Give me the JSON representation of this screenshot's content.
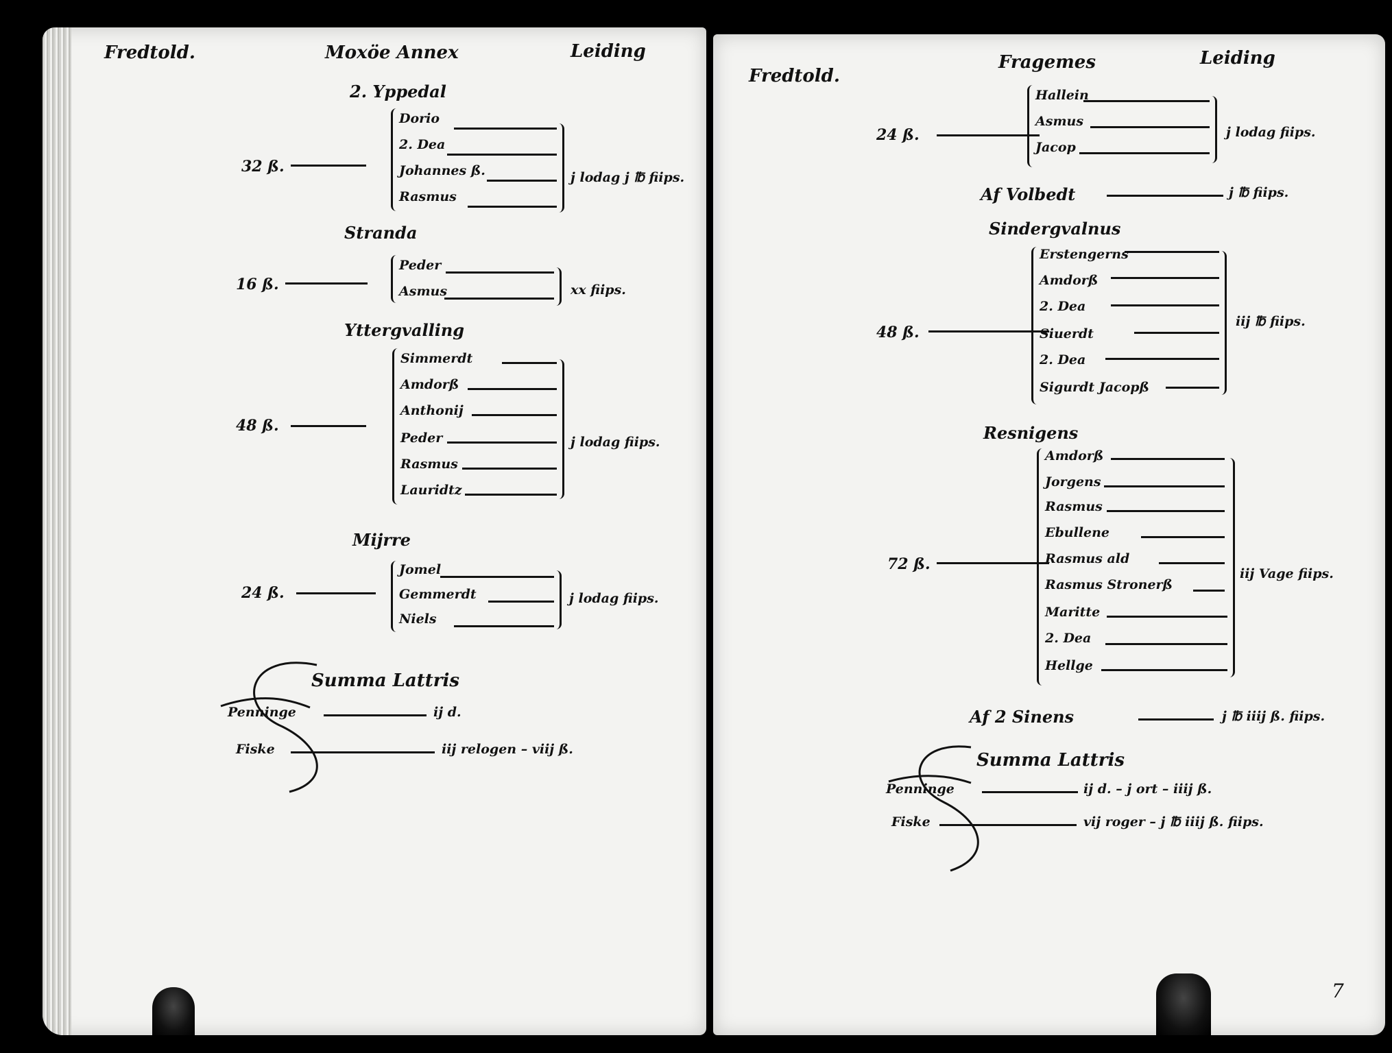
{
  "left_page": {
    "header_left": "Fredtold.",
    "header_center": "Moxöe Annex",
    "header_right": "Leiding",
    "groups": [
      {
        "place": "2. Yppedal",
        "amount": "32 ß.",
        "names": [
          "Dorio",
          "2. Dea",
          "Johannes ß.",
          "Rasmus"
        ],
        "result": "j lodag j ℔ fiips."
      },
      {
        "place": "Stranda",
        "amount": "16 ß.",
        "names": [
          "Peder",
          "Asmus"
        ],
        "result": "xx fiips."
      },
      {
        "place": "Yttergvalling",
        "amount": "48 ß.",
        "names": [
          "Simmerdt",
          "Amdorß",
          "Anthonij",
          "Peder",
          "Rasmus",
          "Lauridtz"
        ],
        "result": "j lodag fiips."
      },
      {
        "place": "Mijrre",
        "amount": "24 ß.",
        "names": [
          "Jomel",
          "Gemmerdt",
          "Niels"
        ],
        "result": "j lodag fiips."
      }
    ],
    "summa": {
      "title": "Summa Lattris",
      "rows": [
        {
          "label": "Penninge",
          "value": "ij d."
        },
        {
          "label": "Fiske",
          "value": "iij relogen – viij ß."
        }
      ]
    }
  },
  "right_page": {
    "header_left": "Fredtold.",
    "header_center": "Fragemes",
    "header_right": "Leiding",
    "groups": [
      {
        "place": "",
        "amount": "24 ß.",
        "names": [
          "Hallein",
          "Asmus",
          "Jacop"
        ],
        "result": "j lodag fiips."
      },
      {
        "place": "Af Volbedt",
        "amount": "",
        "names": [],
        "result": "j ℔ fiips."
      },
      {
        "place": "Sindergvalnus",
        "amount": "48 ß.",
        "names": [
          "Erstengerns",
          "Amdorß",
          "2. Dea",
          "Siuerdt",
          "2. Dea",
          "Sigurdt Jacopß"
        ],
        "result": "iij ℔ fiips."
      },
      {
        "place": "Resnigens",
        "amount": "72 ß.",
        "names": [
          "Amdorß",
          "Jorgens",
          "Rasmus",
          "Ebullene",
          "Rasmus ald",
          "Rasmus Stronerß",
          "Maritte",
          "2. Dea",
          "Hellge"
        ],
        "result": "iij Vage fiips."
      },
      {
        "place": "Af 2 Sinens",
        "amount": "",
        "names": [],
        "result": "j ℔ iiij ß. fiips."
      }
    ],
    "summa": {
      "title": "Summa Lattris",
      "rows": [
        {
          "label": "Penninge",
          "value": "ij d. – j ort – iiij ß."
        },
        {
          "label": "Fiske",
          "value": "vij roger – j ℔ iiij ß. fiips."
        }
      ]
    },
    "page_number": "7"
  }
}
